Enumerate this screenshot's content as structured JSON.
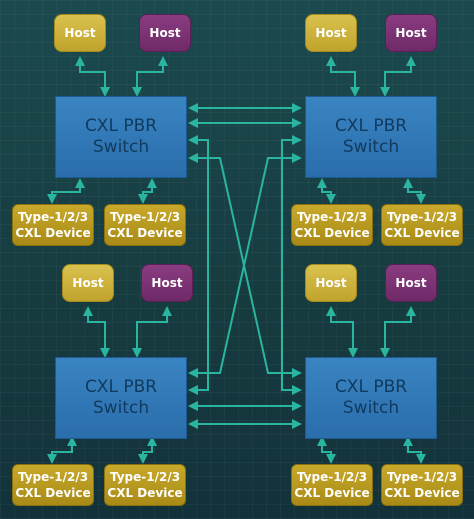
{
  "labels": {
    "host": "Host",
    "switch_line1": "CXL PBR",
    "switch_line2": "Switch",
    "device_line1": "Type-1/2/3",
    "device_line2": "CXL Device"
  },
  "colors": {
    "background": "#183c40",
    "wire": "#2ab5a0",
    "switch": "#3a84c2",
    "host_gold": "#d9c24e",
    "host_purple": "#8a3c80",
    "device": "#c9a92b"
  },
  "quadrants": [
    {
      "id": "top-left",
      "hosts": [
        "gold",
        "purple"
      ],
      "devices": 2
    },
    {
      "id": "top-right",
      "hosts": [
        "gold",
        "purple"
      ],
      "devices": 2
    },
    {
      "id": "bottom-left",
      "hosts": [
        "gold",
        "purple"
      ],
      "devices": 2
    },
    {
      "id": "bottom-right",
      "hosts": [
        "gold",
        "purple"
      ],
      "devices": 2
    }
  ]
}
